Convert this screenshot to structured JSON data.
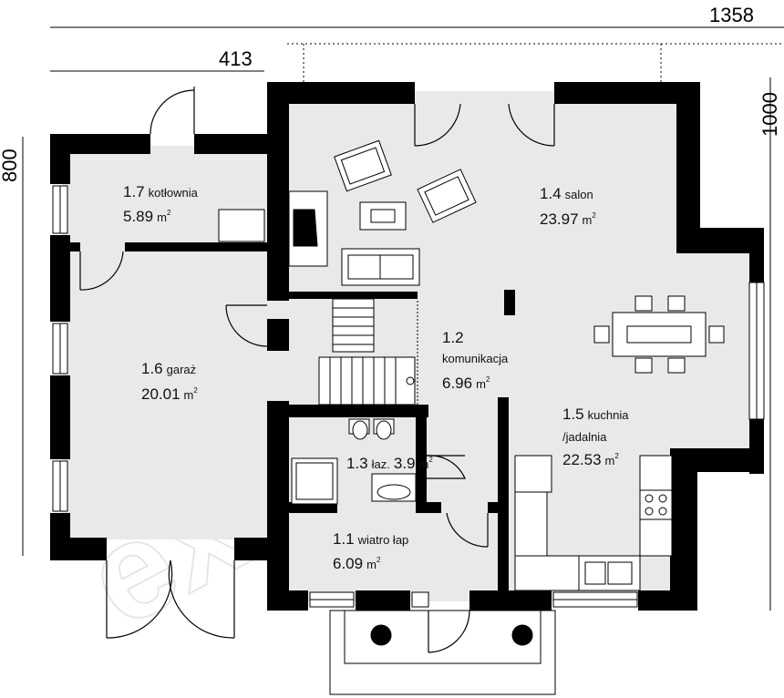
{
  "dimensions": {
    "overall_width": "1358",
    "left_width": "413",
    "right_depth": "1000",
    "left_depth": "800"
  },
  "rooms": [
    {
      "id": "1.7",
      "name": "kotłownia",
      "area": "5.89",
      "unit": "m",
      "unit_exp": "2"
    },
    {
      "id": "1.6",
      "name": "garaż",
      "area": "20.01",
      "unit": "m",
      "unit_exp": "2"
    },
    {
      "id": "1.4",
      "name": "salon",
      "area": "23.97",
      "unit": "m",
      "unit_exp": "2"
    },
    {
      "id": "1.2",
      "name": "komunikacja",
      "area": "6.96",
      "unit": "m",
      "unit_exp": "2"
    },
    {
      "id": "1.3",
      "name": "łaz.",
      "area": "3.9",
      "unit": "m",
      "unit_exp": "2"
    },
    {
      "id": "1.5",
      "name": "kuchnia",
      "name2": "/jadalnia",
      "area": "22.53",
      "unit": "m",
      "unit_exp": "2"
    },
    {
      "id": "1.1",
      "name": "wiatro łap",
      "area": "6.09",
      "unit": "m",
      "unit_exp": "2"
    }
  ],
  "watermark": "extradom"
}
